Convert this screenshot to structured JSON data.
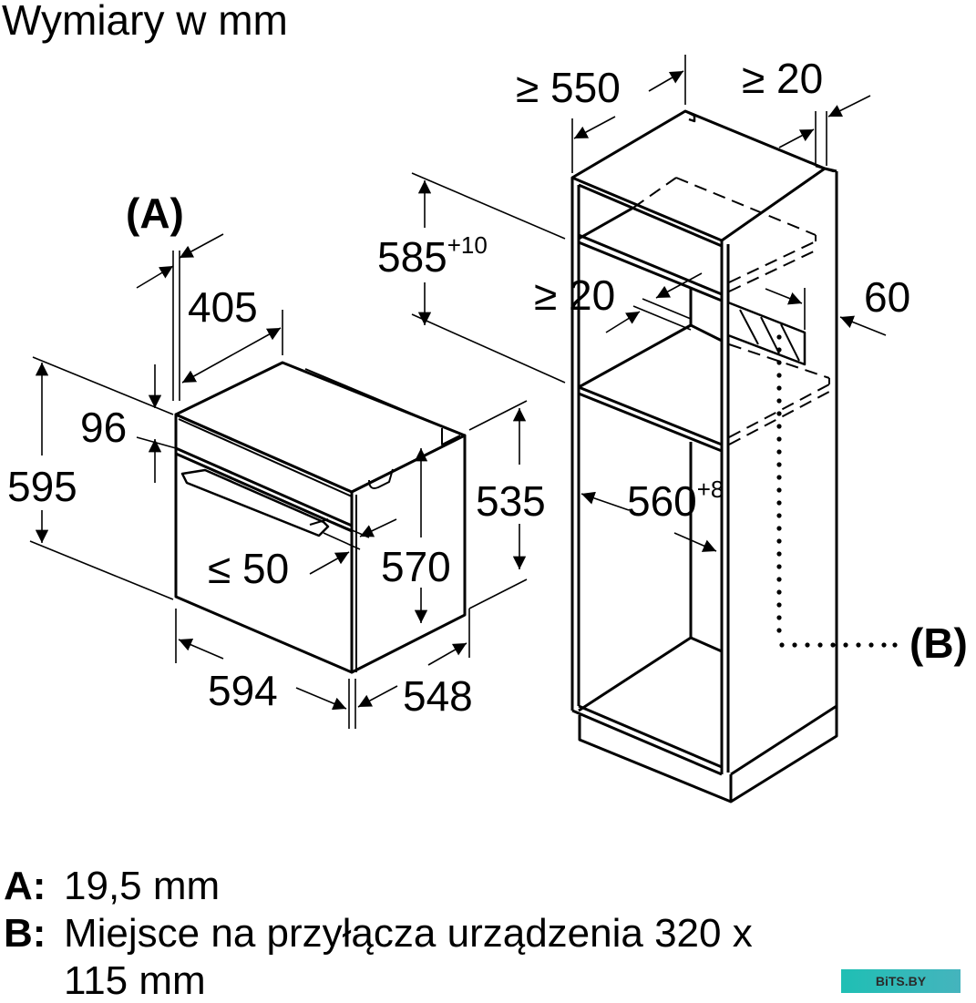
{
  "title": "Wymiary w mm",
  "oven": {
    "label_A": "(A)",
    "d405": "405",
    "d96": "96",
    "d595": "595",
    "d535": "535",
    "d570": "570",
    "d_le50": "≤ 50",
    "d594": "594",
    "d548": "548"
  },
  "cabinet": {
    "d_ge550": "≥ 550",
    "d_ge20_top": "≥ 20",
    "d585": "585",
    "d585_tol": "+10",
    "d_ge20_mid": "≥ 20",
    "d60": "60",
    "d560": "560",
    "d560_tol": "+8",
    "label_B": "(B)"
  },
  "legend": [
    {
      "key": "A:",
      "text": "19,5 mm"
    },
    {
      "key": "B:",
      "text": "Miejsce na przyłącza urządzenia 320 x"
    },
    {
      "key": "",
      "text": "115 mm"
    }
  ],
  "watermark": "BiTS.BY",
  "colors": {
    "line": "#000000",
    "watermark_bg": "#1fbfb4"
  }
}
